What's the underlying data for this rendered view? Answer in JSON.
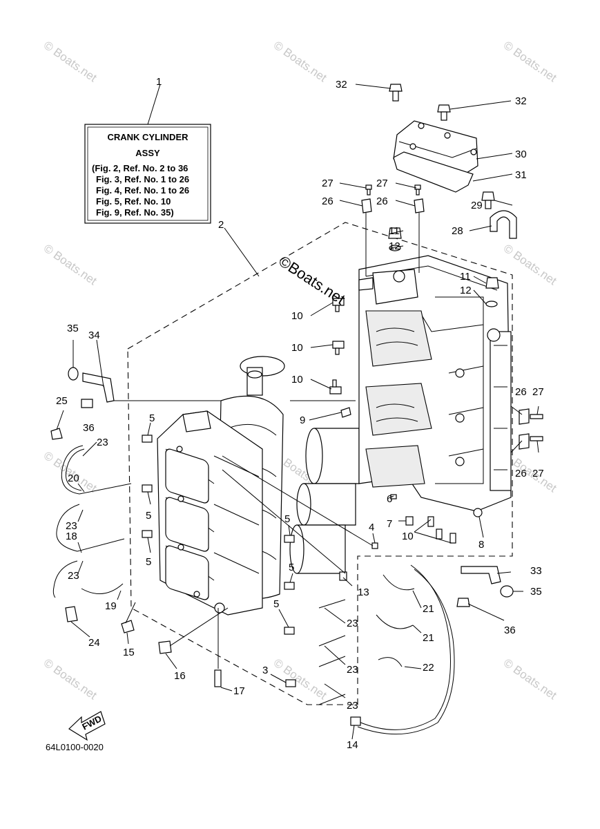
{
  "assy_box": {
    "title": "CRANK CYLINDER",
    "subtitle": "ASSY",
    "refs": [
      "(Fig. 2, Ref. No. 2 to 36",
      "Fig. 3, Ref. No. 1 to 26",
      "Fig. 4, Ref. No. 1 to 26",
      "Fig. 5, Ref. No. 10",
      "Fig. 9, Ref. No. 35)"
    ]
  },
  "callouts": {
    "c1": "1",
    "c2": "2",
    "c3": "3",
    "c4": "4",
    "c5a": "5",
    "c5b": "5",
    "c5c": "5",
    "c5d": "5",
    "c5e": "5",
    "c5f": "5",
    "c6": "6",
    "c7": "7",
    "c8": "8",
    "c9": "9",
    "c10a": "10",
    "c10b": "10",
    "c10c": "10",
    "c10d": "10",
    "c11a": "11",
    "c11b": "11",
    "c12a": "12",
    "c12b": "12",
    "c13": "13",
    "c14": "14",
    "c15": "15",
    "c16": "16",
    "c17": "17",
    "c18": "18",
    "c19": "19",
    "c20": "20",
    "c21a": "21",
    "c21b": "21",
    "c22": "22",
    "c23a": "23",
    "c23b": "23",
    "c23c": "23",
    "c23d": "23",
    "c23e": "23",
    "c23f": "23",
    "c24": "24",
    "c25": "25",
    "c26a": "26",
    "c26b": "26",
    "c26c": "26",
    "c26d": "26",
    "c27a": "27",
    "c27b": "27",
    "c27c": "27",
    "c27d": "27",
    "c28": "28",
    "c29": "29",
    "c30": "30",
    "c31": "31",
    "c32a": "32",
    "c32b": "32",
    "c33": "33",
    "c34": "34",
    "c35a": "35",
    "c35b": "35",
    "c36a": "36",
    "c36b": "36"
  },
  "watermark": {
    "text": "© Boats.net",
    "center_text": "©Boats.net"
  },
  "fwd_label": "FWD",
  "diagram_code": "64L0100-0020"
}
